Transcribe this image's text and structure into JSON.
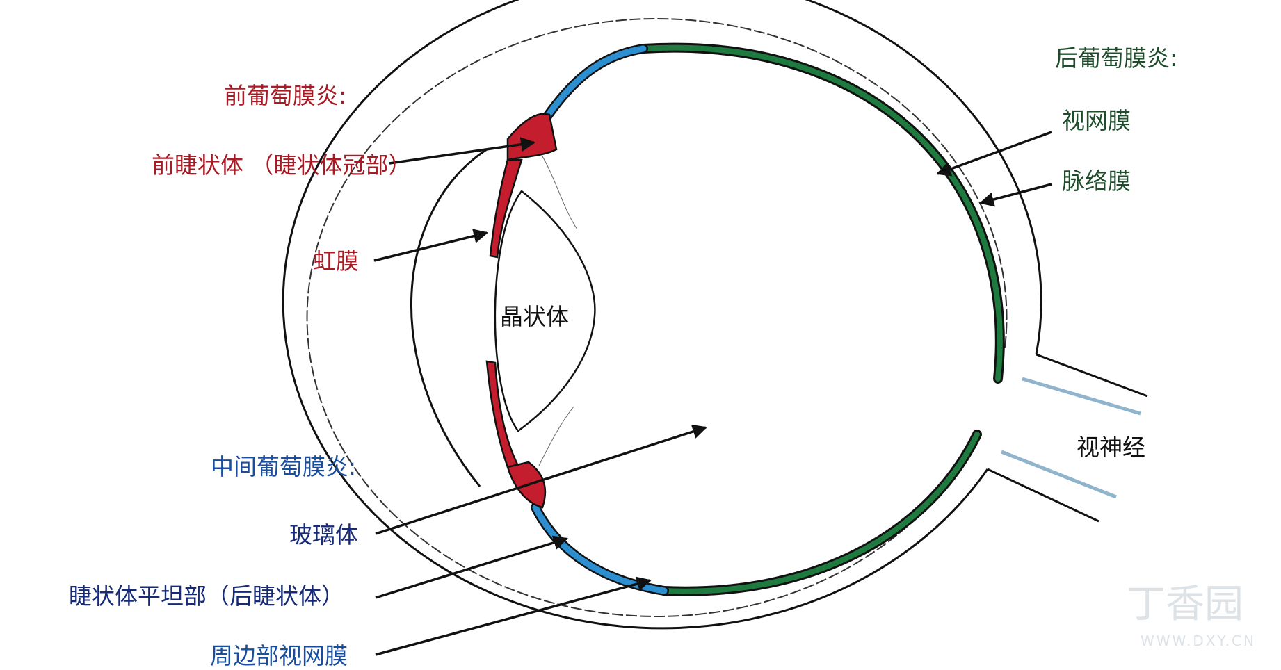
{
  "anterior": {
    "heading": "前葡萄膜炎:",
    "ciliary_body": "前睫状体 （睫状体冠部）",
    "iris": "虹膜"
  },
  "lens": "晶状体",
  "intermediate": {
    "heading": "中间葡萄膜炎:",
    "vitreous": "玻璃体",
    "pars_plana": "睫状体平坦部（后睫状体）",
    "peripheral_retina": "周边部视网膜"
  },
  "posterior": {
    "heading": "后葡萄膜炎:",
    "retina": "视网膜",
    "choroid": "脉络膜"
  },
  "optic_nerve": "视神经",
  "watermark": {
    "brand": "丁香园",
    "url": "WWW.DXY.CN"
  },
  "colors": {
    "anterior_red": "#c41e2e",
    "intermediate_blue": "#2d8fcf",
    "posterior_green": "#1f7a40"
  }
}
